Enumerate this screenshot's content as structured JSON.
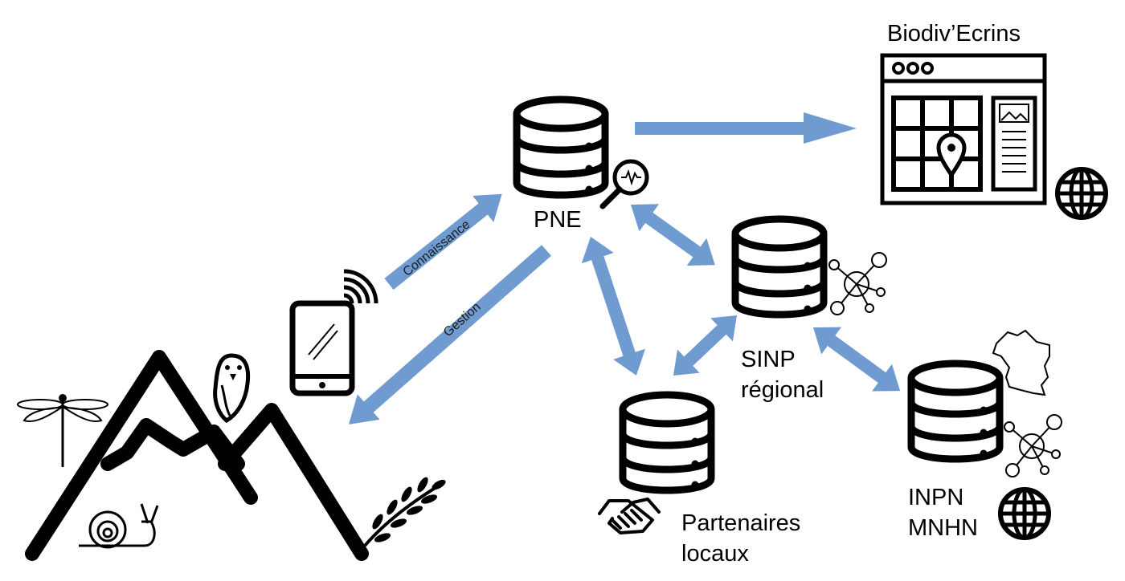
{
  "nodes": {
    "pne": {
      "label": "PNE"
    },
    "biodiv": {
      "label": "Biodiv’Ecrins"
    },
    "sinp": {
      "line1": "SINP",
      "line2": "régional"
    },
    "partners": {
      "line1": "Partenaires",
      "line2": "locaux"
    },
    "inpn": {
      "line1": "INPN",
      "line2": "MNHN"
    }
  },
  "edges": {
    "connaissance": "Connaissance",
    "gestion": "Gestion"
  },
  "colors": {
    "arrow": "#6f9bd0",
    "stroke": "#000000"
  },
  "icons": [
    "database-icon",
    "magnifier-pulse-icon",
    "browser-map-icon",
    "globe-icon",
    "network-icon",
    "france-map-icon",
    "handshake-icon",
    "tablet-icon",
    "wifi-icon",
    "mountain-icon",
    "bird-icon",
    "dragonfly-icon",
    "snail-icon",
    "fern-icon"
  ]
}
